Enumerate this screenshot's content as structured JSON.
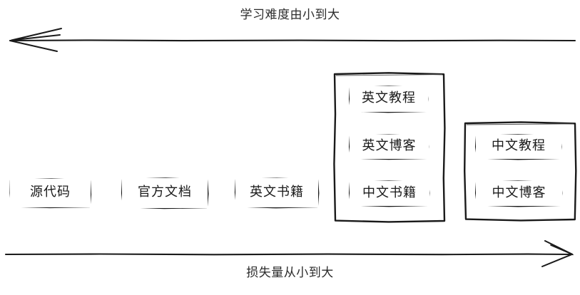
{
  "diagram": {
    "type": "axis-spectrum-diagram",
    "style": "hand-drawn-sketch",
    "background_color": "#ffffff",
    "stroke_color": "#1a1a1a",
    "axes": {
      "top": {
        "label": "学习难度由小到大",
        "direction": "left",
        "arrow_icon": "arrow-left-icon"
      },
      "bottom": {
        "label": "损失量从小到大",
        "direction": "right",
        "arrow_icon": "arrow-right-icon"
      }
    },
    "nodes": [
      {
        "id": "source-code",
        "label": "源代码"
      },
      {
        "id": "official-docs",
        "label": "官方文档"
      },
      {
        "id": "english-books",
        "label": "英文书籍"
      }
    ],
    "groups": [
      {
        "id": "group-english",
        "items": [
          {
            "id": "english-tutorial",
            "label": "英文教程"
          },
          {
            "id": "english-blog",
            "label": "英文博客"
          },
          {
            "id": "chinese-books",
            "label": "中文书籍"
          }
        ]
      },
      {
        "id": "group-chinese",
        "items": [
          {
            "id": "chinese-tutorial",
            "label": "中文教程"
          },
          {
            "id": "chinese-blog",
            "label": "中文博客"
          }
        ]
      }
    ]
  }
}
